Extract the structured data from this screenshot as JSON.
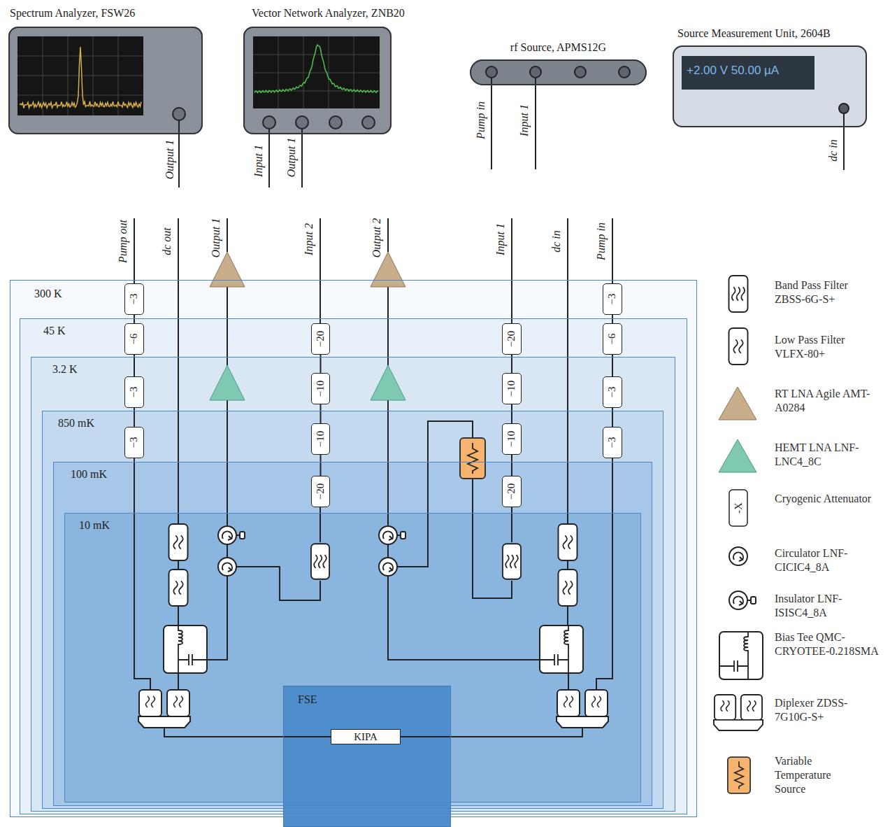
{
  "diagram": {
    "nodes": [
      {
        "text": [
          "Spectrum Analyzer, FSW26"
        ]
      },
      {
        "text": [
          "Vector Network Analyzer, ZNB20"
        ]
      },
      {
        "text": [
          "rf Source, APMS12G"
        ]
      },
      {
        "text": [
          "Source Measurement Unit, 2604B",
          "+2.00 V 50.00 µA"
        ]
      },
      {
        "text": [
          "300 K"
        ]
      },
      {
        "text": [
          "45 K"
        ],
        "in": 4
      },
      {
        "text": [
          "3.2 K"
        ],
        "in": 5
      },
      {
        "text": [
          "850 mK"
        ],
        "in": 6
      },
      {
        "text": [
          "100 mK"
        ],
        "in": 7
      },
      {
        "text": [
          "10 mK"
        ],
        "in": 8
      },
      {
        "text": [
          "−3"
        ],
        "in": 4
      },
      {
        "text": [
          "−6"
        ],
        "in": 5
      },
      {
        "text": [
          "−3"
        ],
        "in": 6
      },
      {
        "text": [
          "−3"
        ],
        "in": 7
      },
      {
        "text": [
          "−20"
        ],
        "in": 5
      },
      {
        "text": [
          "−10"
        ],
        "in": 6
      },
      {
        "text": [
          "−10"
        ],
        "in": 7
      },
      {
        "text": [
          "−20"
        ],
        "in": 8
      },
      {
        "text": [
          "−20"
        ],
        "in": 5
      },
      {
        "text": [
          "−10"
        ],
        "in": 6
      },
      {
        "text": [
          "−10"
        ],
        "in": 7
      },
      {
        "text": [
          "−20"
        ],
        "in": 8
      },
      {
        "text": [
          "−3"
        ],
        "in": 4
      },
      {
        "text": [
          "−6"
        ],
        "in": 5
      },
      {
        "text": [
          "−3"
        ],
        "in": 6
      },
      {
        "text": [
          "−3"
        ],
        "in": 7
      },
      {
        "text": [
          "FSE"
        ],
        "in": 9
      },
      {
        "text": [
          "KIPA"
        ],
        "in": 26
      }
    ],
    "edges": [
      {
        "from": 10,
        "to": 11,
        "arrow": "none"
      },
      {
        "from": 11,
        "to": 12,
        "arrow": "none"
      },
      {
        "from": 12,
        "to": 13,
        "arrow": "none"
      },
      {
        "from": 14,
        "to": 15,
        "arrow": "none"
      },
      {
        "from": 15,
        "to": 16,
        "arrow": "none"
      },
      {
        "from": 16,
        "to": 17,
        "arrow": "none"
      },
      {
        "from": 18,
        "to": 19,
        "arrow": "none"
      },
      {
        "from": 19,
        "to": 20,
        "arrow": "none"
      },
      {
        "from": 20,
        "to": 21,
        "arrow": "none"
      },
      {
        "from": 22,
        "to": 23,
        "arrow": "none"
      },
      {
        "from": 23,
        "to": 24,
        "arrow": "none"
      },
      {
        "from": 24,
        "to": 25,
        "arrow": "none"
      }
    ],
    "labels": [
      "Output 1",
      "Input 1",
      "Output 1",
      "Pump in",
      "Input 1",
      "dc in",
      "Pump out",
      "dc out",
      "Output 1",
      "Input 2",
      "Output 2",
      "Input 1",
      "dc in",
      "Pump in",
      "-X"
    ],
    "legend": [
      {
        "text": "Band Pass Filter ZBSS-6G-S+"
      },
      {
        "text": "Low Pass Filter VLFX-80+"
      },
      {
        "text": "RT LNA Agile AMT-A0284"
      },
      {
        "text": "HEMT LNA LNF-LNC4_8C"
      },
      {
        "text": "Cryogenic Attenuator"
      },
      {
        "text": "Circulator LNF-CICIC4_8A"
      },
      {
        "text": "Insulator LNF-ISISC4_8A"
      },
      {
        "text": "Bias Tee QMC-CRYOTEE-0.218SMA"
      },
      {
        "text": "Diplexer ZDSS-7G10G-S+"
      },
      {
        "text": "Variable Temperature Source"
      }
    ]
  }
}
